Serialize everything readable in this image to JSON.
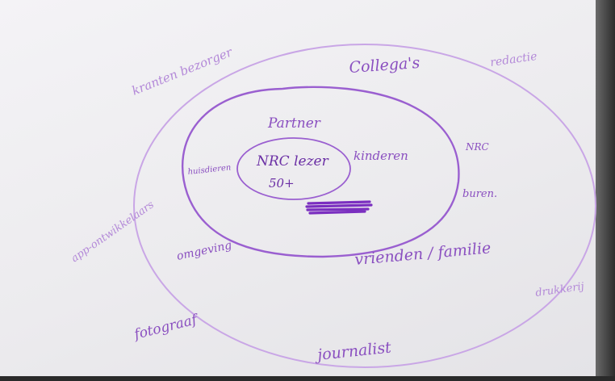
{
  "colors": {
    "ink": "#8a4fc0",
    "ink_dark": "#6b2fa5",
    "ink_light": "#b388d8",
    "scribble": "#7b2fc0"
  },
  "center": {
    "line1": "NRC lezer",
    "line2": "50+"
  },
  "inner_ring": {
    "partner": "Partner",
    "kinderen": "kinderen",
    "huisdieren": "huisdieren",
    "omgeving": "omgeving"
  },
  "middle_ring": {
    "collegas": "Collega's",
    "nrc": "NRC",
    "buren": "buren.",
    "vrienden_familie": "vrienden / familie"
  },
  "outer_ring": {
    "kranten_bezorger": "kranten bezorger",
    "redactie": "redactie",
    "app_ontwikkelaars": "app-ontwikkelaars",
    "drukkerij": "drukkerij",
    "fotograaf": "fotograaf",
    "journalist": "journalist"
  }
}
